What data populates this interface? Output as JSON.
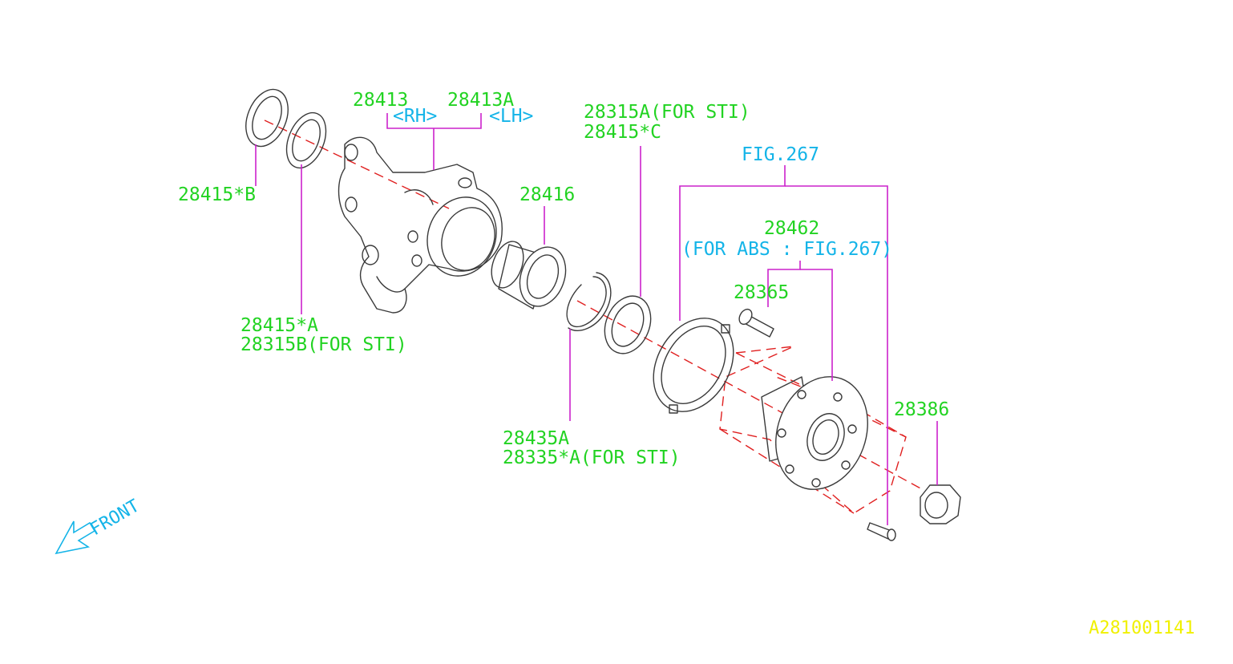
{
  "labels": {
    "p28413": "28413",
    "p28413a": "28413A",
    "rh": "<RH>",
    "lh": "<LH>",
    "p28315a": "28315A(FOR STI)",
    "p28415c": "28415*C",
    "fig267": "FIG.267",
    "p28415b": "28415*B",
    "p28416": "28416",
    "p28462": "28462",
    "for_abs": "(FOR ABS : FIG.267)",
    "p28365": "28365",
    "p28415a": "28415*A",
    "p28315b": "28315B(FOR STI)",
    "p28386": "28386",
    "p28435a": "28435A",
    "p28335a": "28335*A(FOR STI)",
    "front": "FRONT",
    "diagram_id": "A281001141"
  },
  "colors": {
    "part_number": "#22d322",
    "reference": "#14b4e8",
    "leader": "#cc22cc",
    "centerline": "#e02020",
    "diagram_id": "#f0f000",
    "linework": "#3a3a3a"
  }
}
